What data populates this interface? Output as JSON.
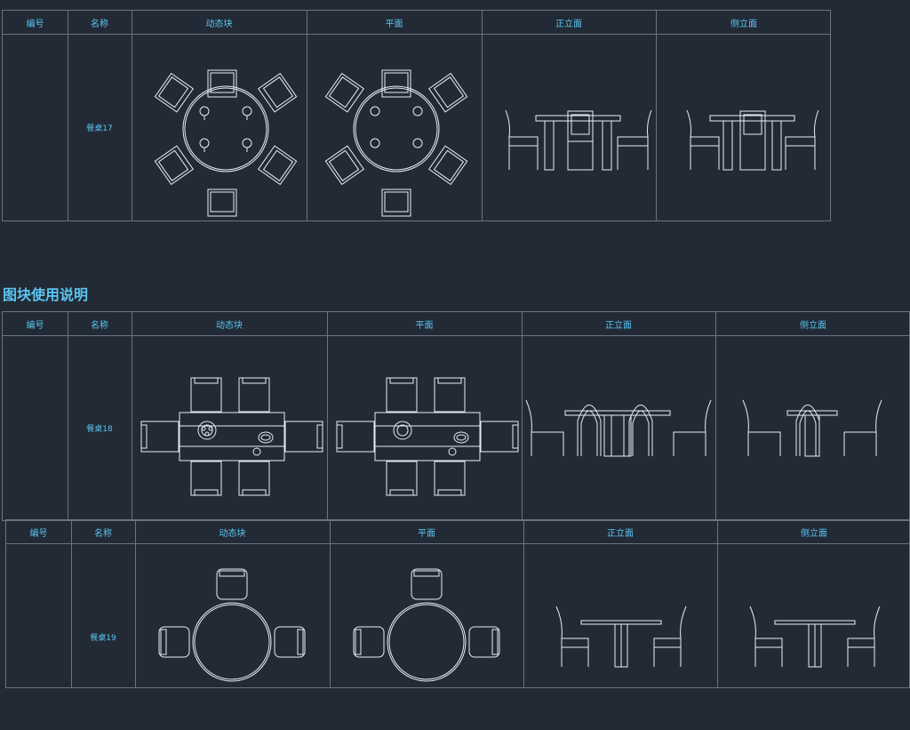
{
  "section_title": "图块使用说明",
  "headers": {
    "id": "编号",
    "name": "名称",
    "dynamic": "动态块",
    "plan": "平面",
    "front": "正立面",
    "side": "侧立面"
  },
  "rows": [
    {
      "name": "餐桌17"
    },
    {
      "name": "餐桌18"
    },
    {
      "name": "餐桌19"
    }
  ],
  "colors": {
    "background": "#222a35",
    "grid": "#6b7480",
    "label": "#5bc6f2",
    "drawing": "#e8eef2"
  }
}
